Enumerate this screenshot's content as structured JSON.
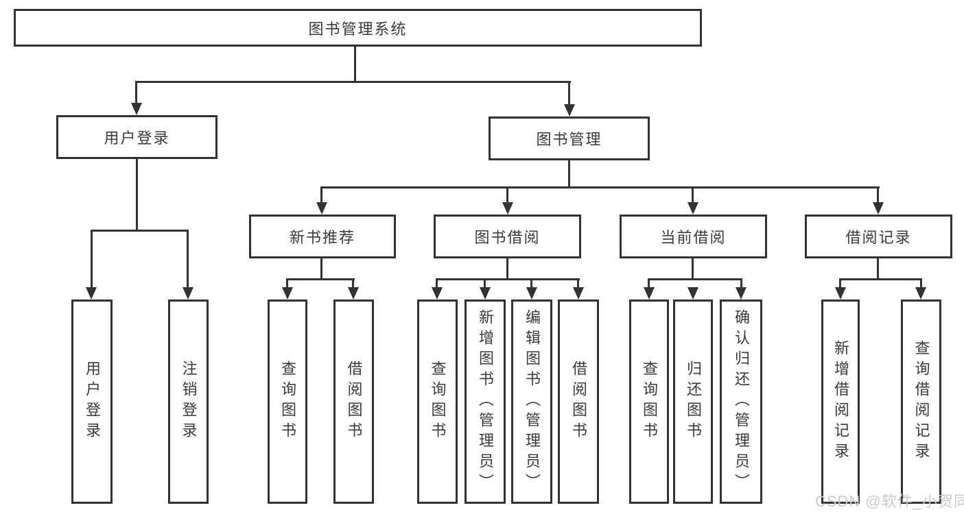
{
  "tree": {
    "root": "图书管理系统",
    "children": [
      {
        "label": "用户登录",
        "children": [
          "用户登录",
          "注销登录"
        ]
      },
      {
        "label": "图书管理",
        "children": [
          {
            "label": "新书推荐",
            "children": [
              "查询图书",
              "借阅图书"
            ]
          },
          {
            "label": "图书借阅",
            "children": [
              "查询图书",
              "新增图书（管理员）",
              "编辑图书（管理员）",
              "借阅图书"
            ]
          },
          {
            "label": "当前借阅",
            "children": [
              "查询图书",
              "归还图书",
              "确认归还（管理员）"
            ]
          },
          {
            "label": "借阅记录",
            "children": [
              "新增借阅记录",
              "查询借阅记录"
            ]
          }
        ]
      }
    ]
  },
  "watermark": {
    "text": "CSDN @软件_小贺同学"
  },
  "colors": {
    "line": "#333333",
    "text": "#3a3a3a",
    "box_background": "#ffffff",
    "page_background": "#ffffff",
    "watermark": "#c9c9c9"
  }
}
